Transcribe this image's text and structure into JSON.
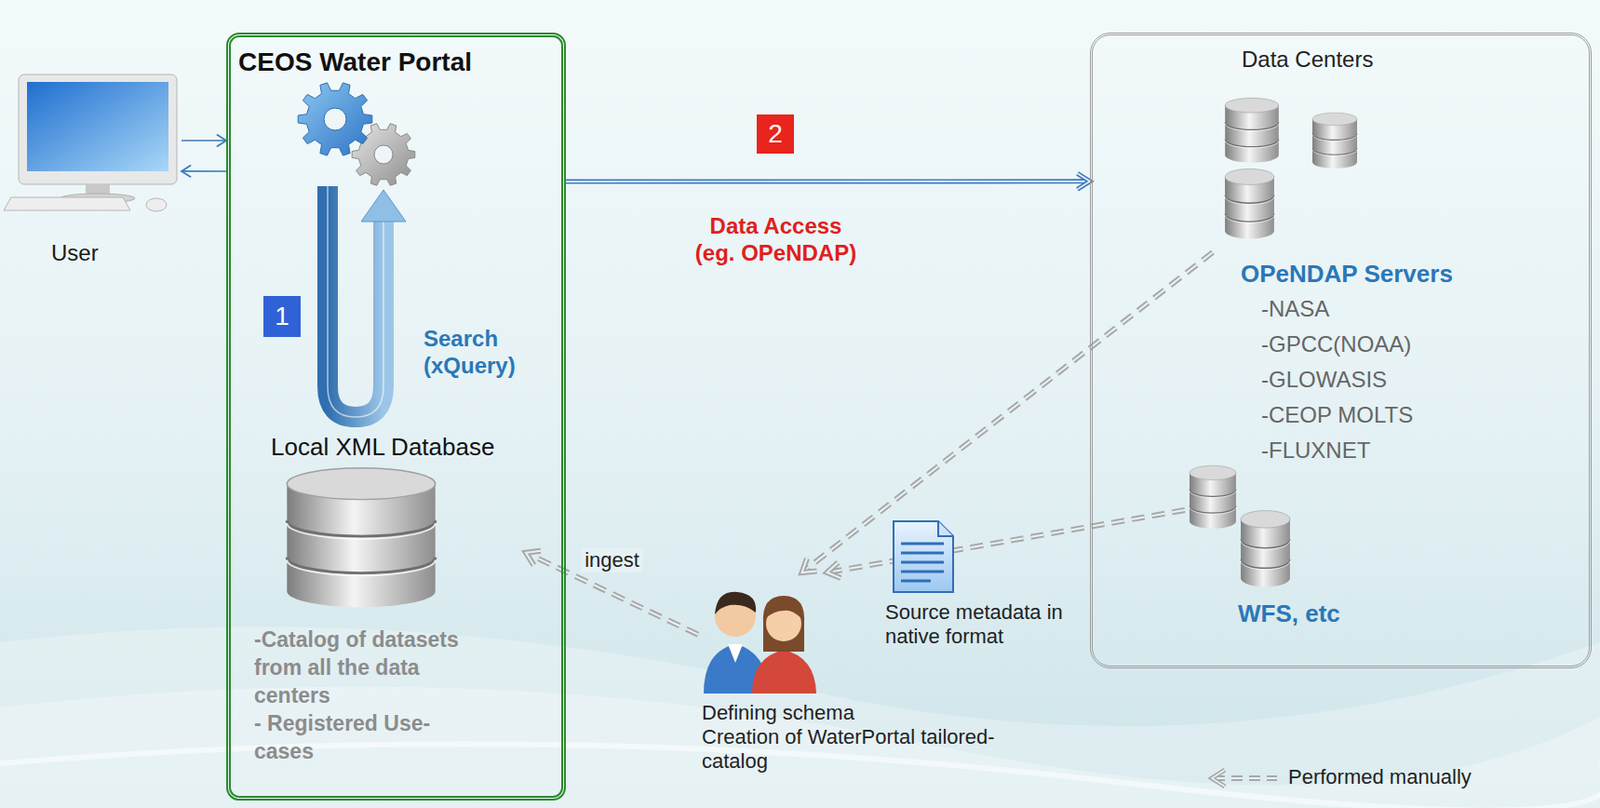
{
  "diagram": {
    "nodes": [
      {
        "text": [
          "User"
        ]
      },
      {
        "text": [
          "CEOS Water Portal"
        ]
      },
      {
        "text": [
          "Local XML Database",
          "-Catalog of datasets from all the data centers",
          "- Registered Use-cases"
        ],
        "in": 1
      },
      {
        "text": [
          "Defining schema",
          "Creation of WaterPortal tailored-catalog"
        ]
      },
      {
        "text": [
          "Data Centers"
        ]
      },
      {
        "text": [
          "OPeNDAP Servers",
          "-NASA",
          "-GPCC(NOAA)",
          "-GLOWASIS",
          "-CEOP MOLTS",
          "-FLUXNET"
        ],
        "in": 4
      },
      {
        "text": [
          "WFS, etc"
        ],
        "in": 4
      }
    ],
    "edges": [
      {
        "from": 0,
        "to": 1,
        "arrow": "to"
      },
      {
        "from": 1,
        "to": 0,
        "arrow": "to"
      },
      {
        "from": 1,
        "to": 4,
        "label": "Data Access (eg. OPeNDAP)",
        "arrow": "to"
      },
      {
        "from": 5,
        "to": 3,
        "arrow": "to"
      },
      {
        "from": 6,
        "to": 3,
        "arrow": "to"
      },
      {
        "from": 3,
        "to": 2,
        "label": "ingest",
        "arrow": "to"
      }
    ],
    "labels": [
      "1",
      "Search (xQuery)",
      "2",
      "Source metadata in native format"
    ],
    "legend": [
      {
        "text": "Performed manually"
      }
    ]
  }
}
